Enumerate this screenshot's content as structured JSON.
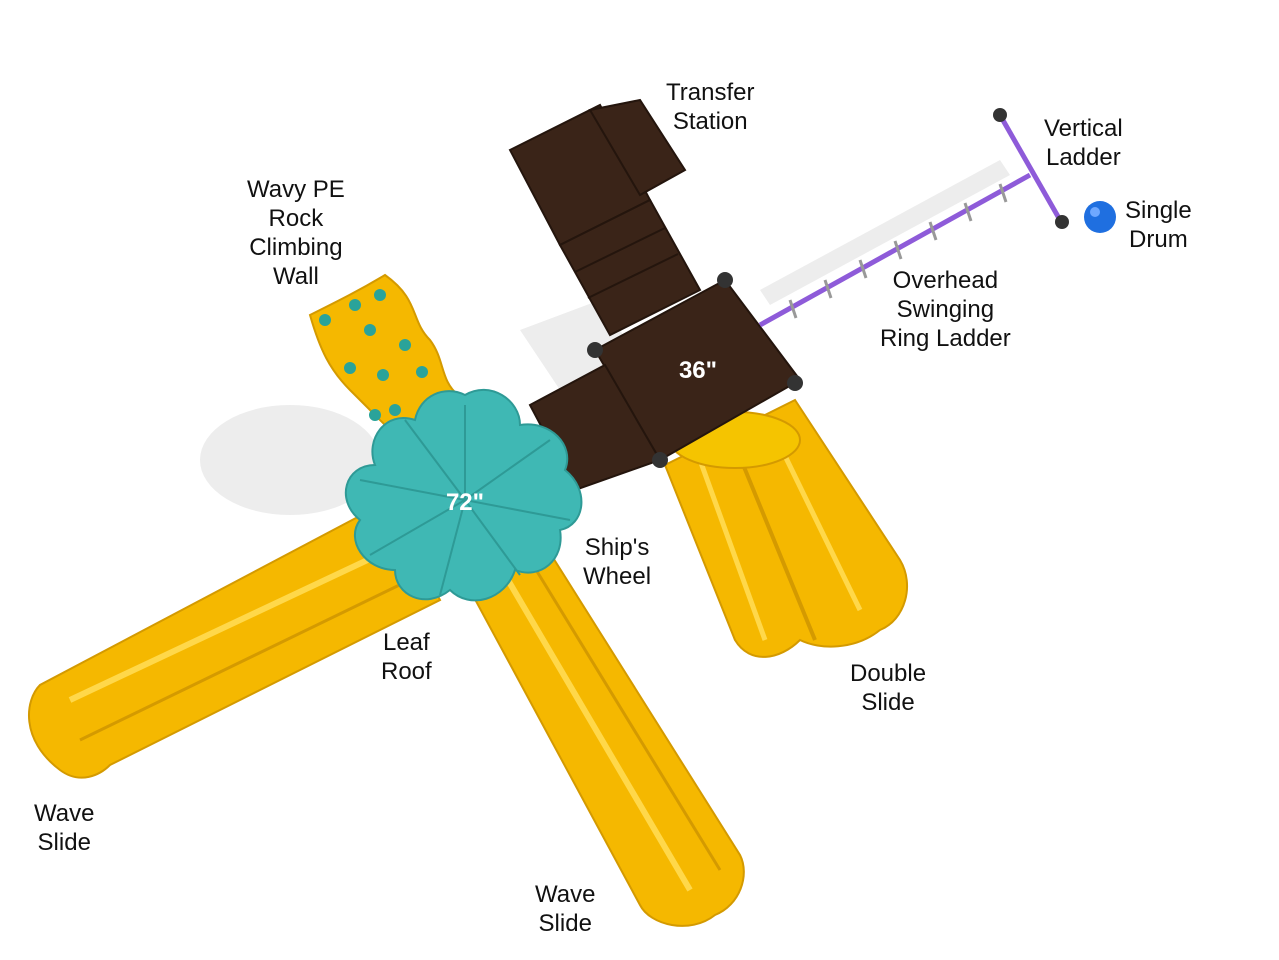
{
  "colors": {
    "slide": "#F5B800",
    "slide_dark": "#D49A00",
    "slide_light": "#FFD84A",
    "deck": "#3A2418",
    "deck_edge": "#24150D",
    "post": "#8E5BD9",
    "roof": "#3FB8B4",
    "roof_dark": "#2E9A96",
    "climb_wall": "#F5B800",
    "climb_hold": "#2AA39A",
    "drum": "#1F6FE0",
    "shadow": "#E8E8E8"
  },
  "labels": {
    "transfer_station": [
      "Transfer",
      "Station"
    ],
    "vertical_ladder": [
      "Vertical",
      "Ladder"
    ],
    "single_drum": [
      "Single",
      "Drum"
    ],
    "climbing_wall": [
      "Wavy PE",
      "Rock",
      "Climbing",
      "Wall"
    ],
    "ring_ladder": [
      "Overhead",
      "Swinging",
      "Ring Ladder"
    ],
    "ships_wheel": [
      "Ship's",
      "Wheel"
    ],
    "leaf_roof": [
      "Leaf",
      "Roof"
    ],
    "double_slide": [
      "Double",
      "Slide"
    ],
    "wave_slide_left": [
      "Wave",
      "Slide"
    ],
    "wave_slide_bottom": [
      "Wave",
      "Slide"
    ]
  },
  "deck_heights": {
    "main_deck": "36\"",
    "roof_deck": "72\""
  }
}
